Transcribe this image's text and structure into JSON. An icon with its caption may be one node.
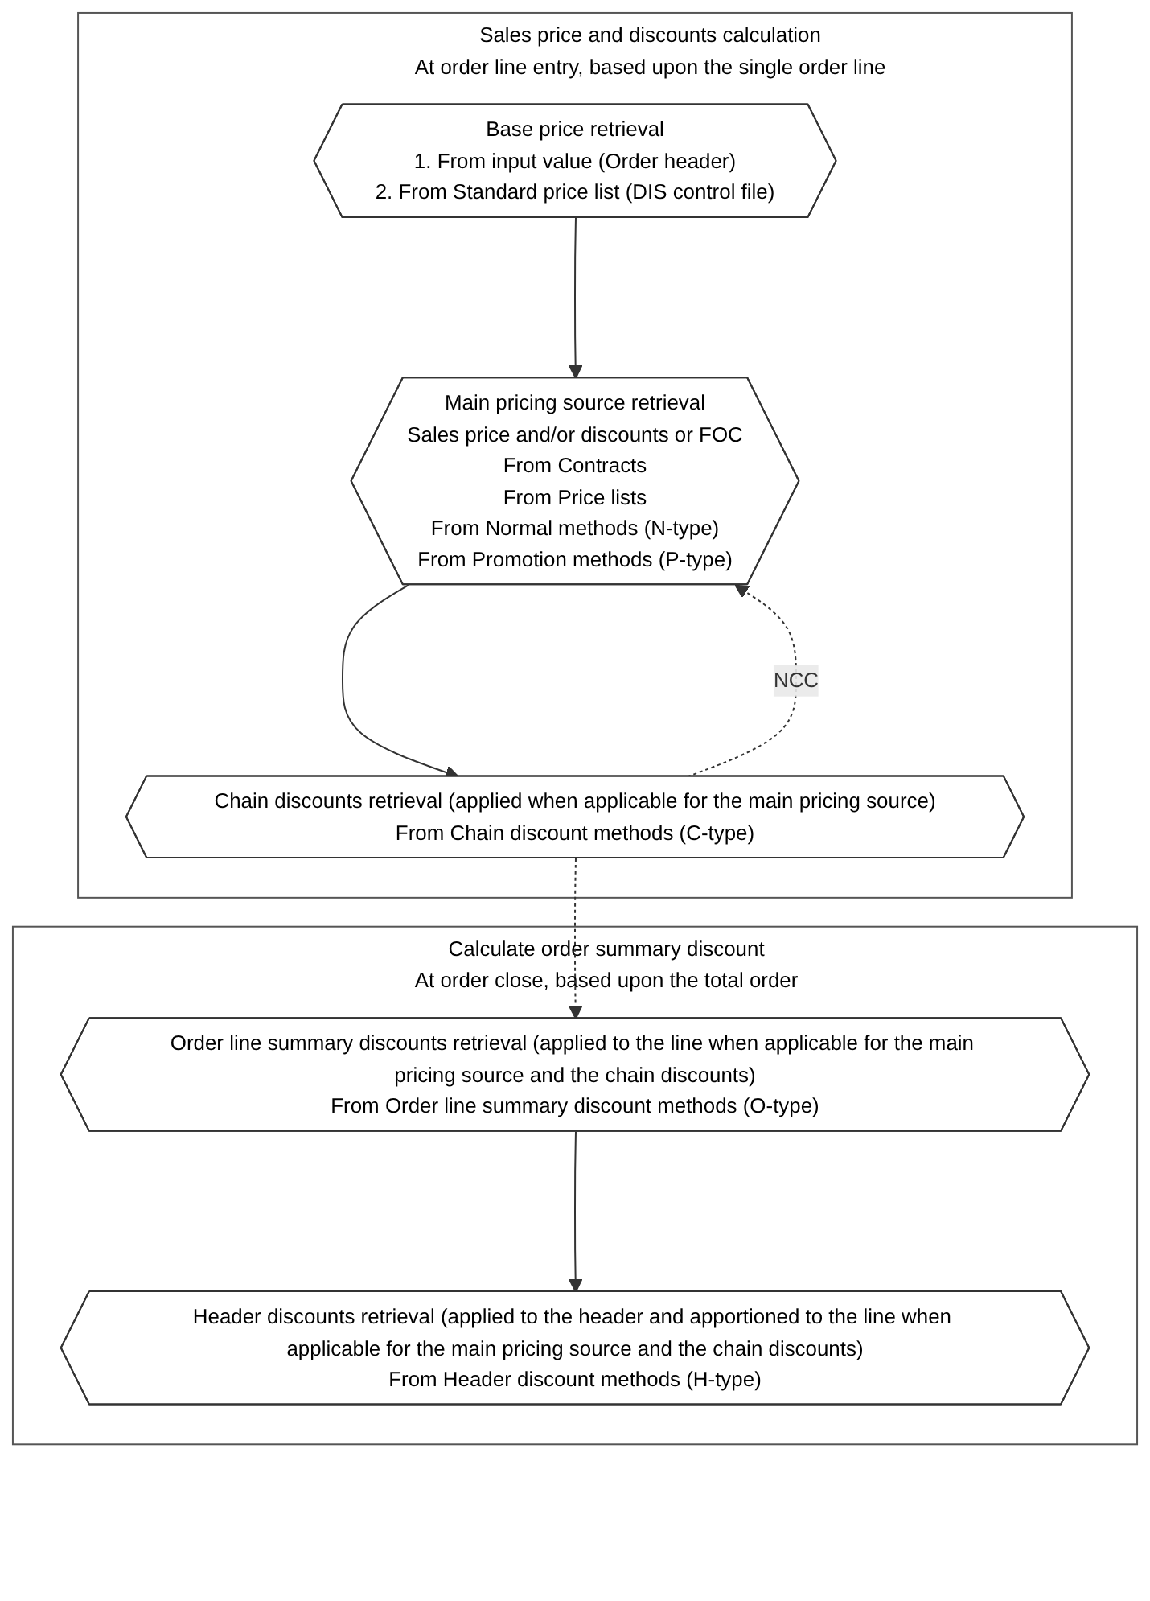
{
  "diagram": {
    "nodes": [
      {
        "text": [
          "Sales price and discounts calculation",
          "At order line entry, based upon the single order line"
        ]
      },
      {
        "text": [
          "Base price retrieval",
          "1. From input value (Order header)",
          "2. From Standard price list (DIS control file)"
        ],
        "in": 0
      },
      {
        "text": [
          "Main pricing source retrieval",
          "Sales price and/or discounts or FOC",
          "From Contracts",
          "From Price lists",
          "From Normal methods (N-type)",
          "From Promotion methods (P-type)"
        ],
        "in": 0
      },
      {
        "text": [
          "Chain discounts retrieval (applied when applicable for the main pricing source)",
          "From Chain discount methods (C-type)"
        ],
        "in": 0
      },
      {
        "text": [
          "Calculate order summary discount",
          "At order close, based upon the total order"
        ]
      },
      {
        "text": [
          "Order line summary discounts retrieval (applied to the line when applicable for the main pricing source and the chain discounts)",
          "From Order line summary discount methods (O-type)"
        ],
        "in": 4
      },
      {
        "text": [
          "Header discounts retrieval (applied to the header and apportioned to the line when applicable for the main pricing source and the chain discounts)",
          "From Header discount methods (H-type)"
        ],
        "in": 4
      }
    ],
    "edges": [
      {
        "from": 1,
        "to": 2,
        "arrow": "to"
      },
      {
        "from": 2,
        "to": 3,
        "arrow": "to"
      },
      {
        "from": 3,
        "to": 2,
        "arrow": "to",
        "label": "NCC",
        "style": "dashed"
      },
      {
        "from": 3,
        "to": 5,
        "arrow": "to",
        "style": "dashed"
      },
      {
        "from": 5,
        "to": 6,
        "arrow": "to"
      }
    ]
  }
}
